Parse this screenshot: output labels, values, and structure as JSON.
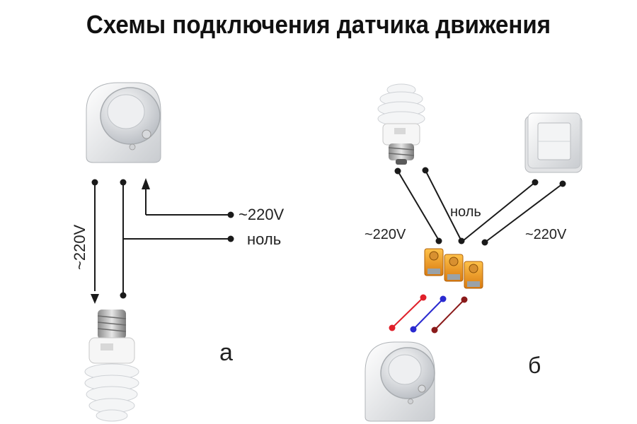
{
  "title": "Схемы подключения датчика движения",
  "diagram_a": {
    "voltage_vertical": "~220V",
    "voltage_label": "~220V",
    "neutral_label": "ноль",
    "caption": "а"
  },
  "diagram_b": {
    "voltage_left": "~220V",
    "neutral_label": "ноль",
    "voltage_right": "~220V",
    "caption": "б"
  },
  "colors": {
    "wire": "#1a1a1a",
    "wire_red": "#e0202a",
    "wire_blue": "#2a2ad0",
    "wire_darkred": "#8a1a1a",
    "terminal": "#f0a020"
  },
  "icons": [
    "motion-sensor-icon",
    "cfl-bulb-icon",
    "wall-switch-icon",
    "terminal-block-icon"
  ]
}
